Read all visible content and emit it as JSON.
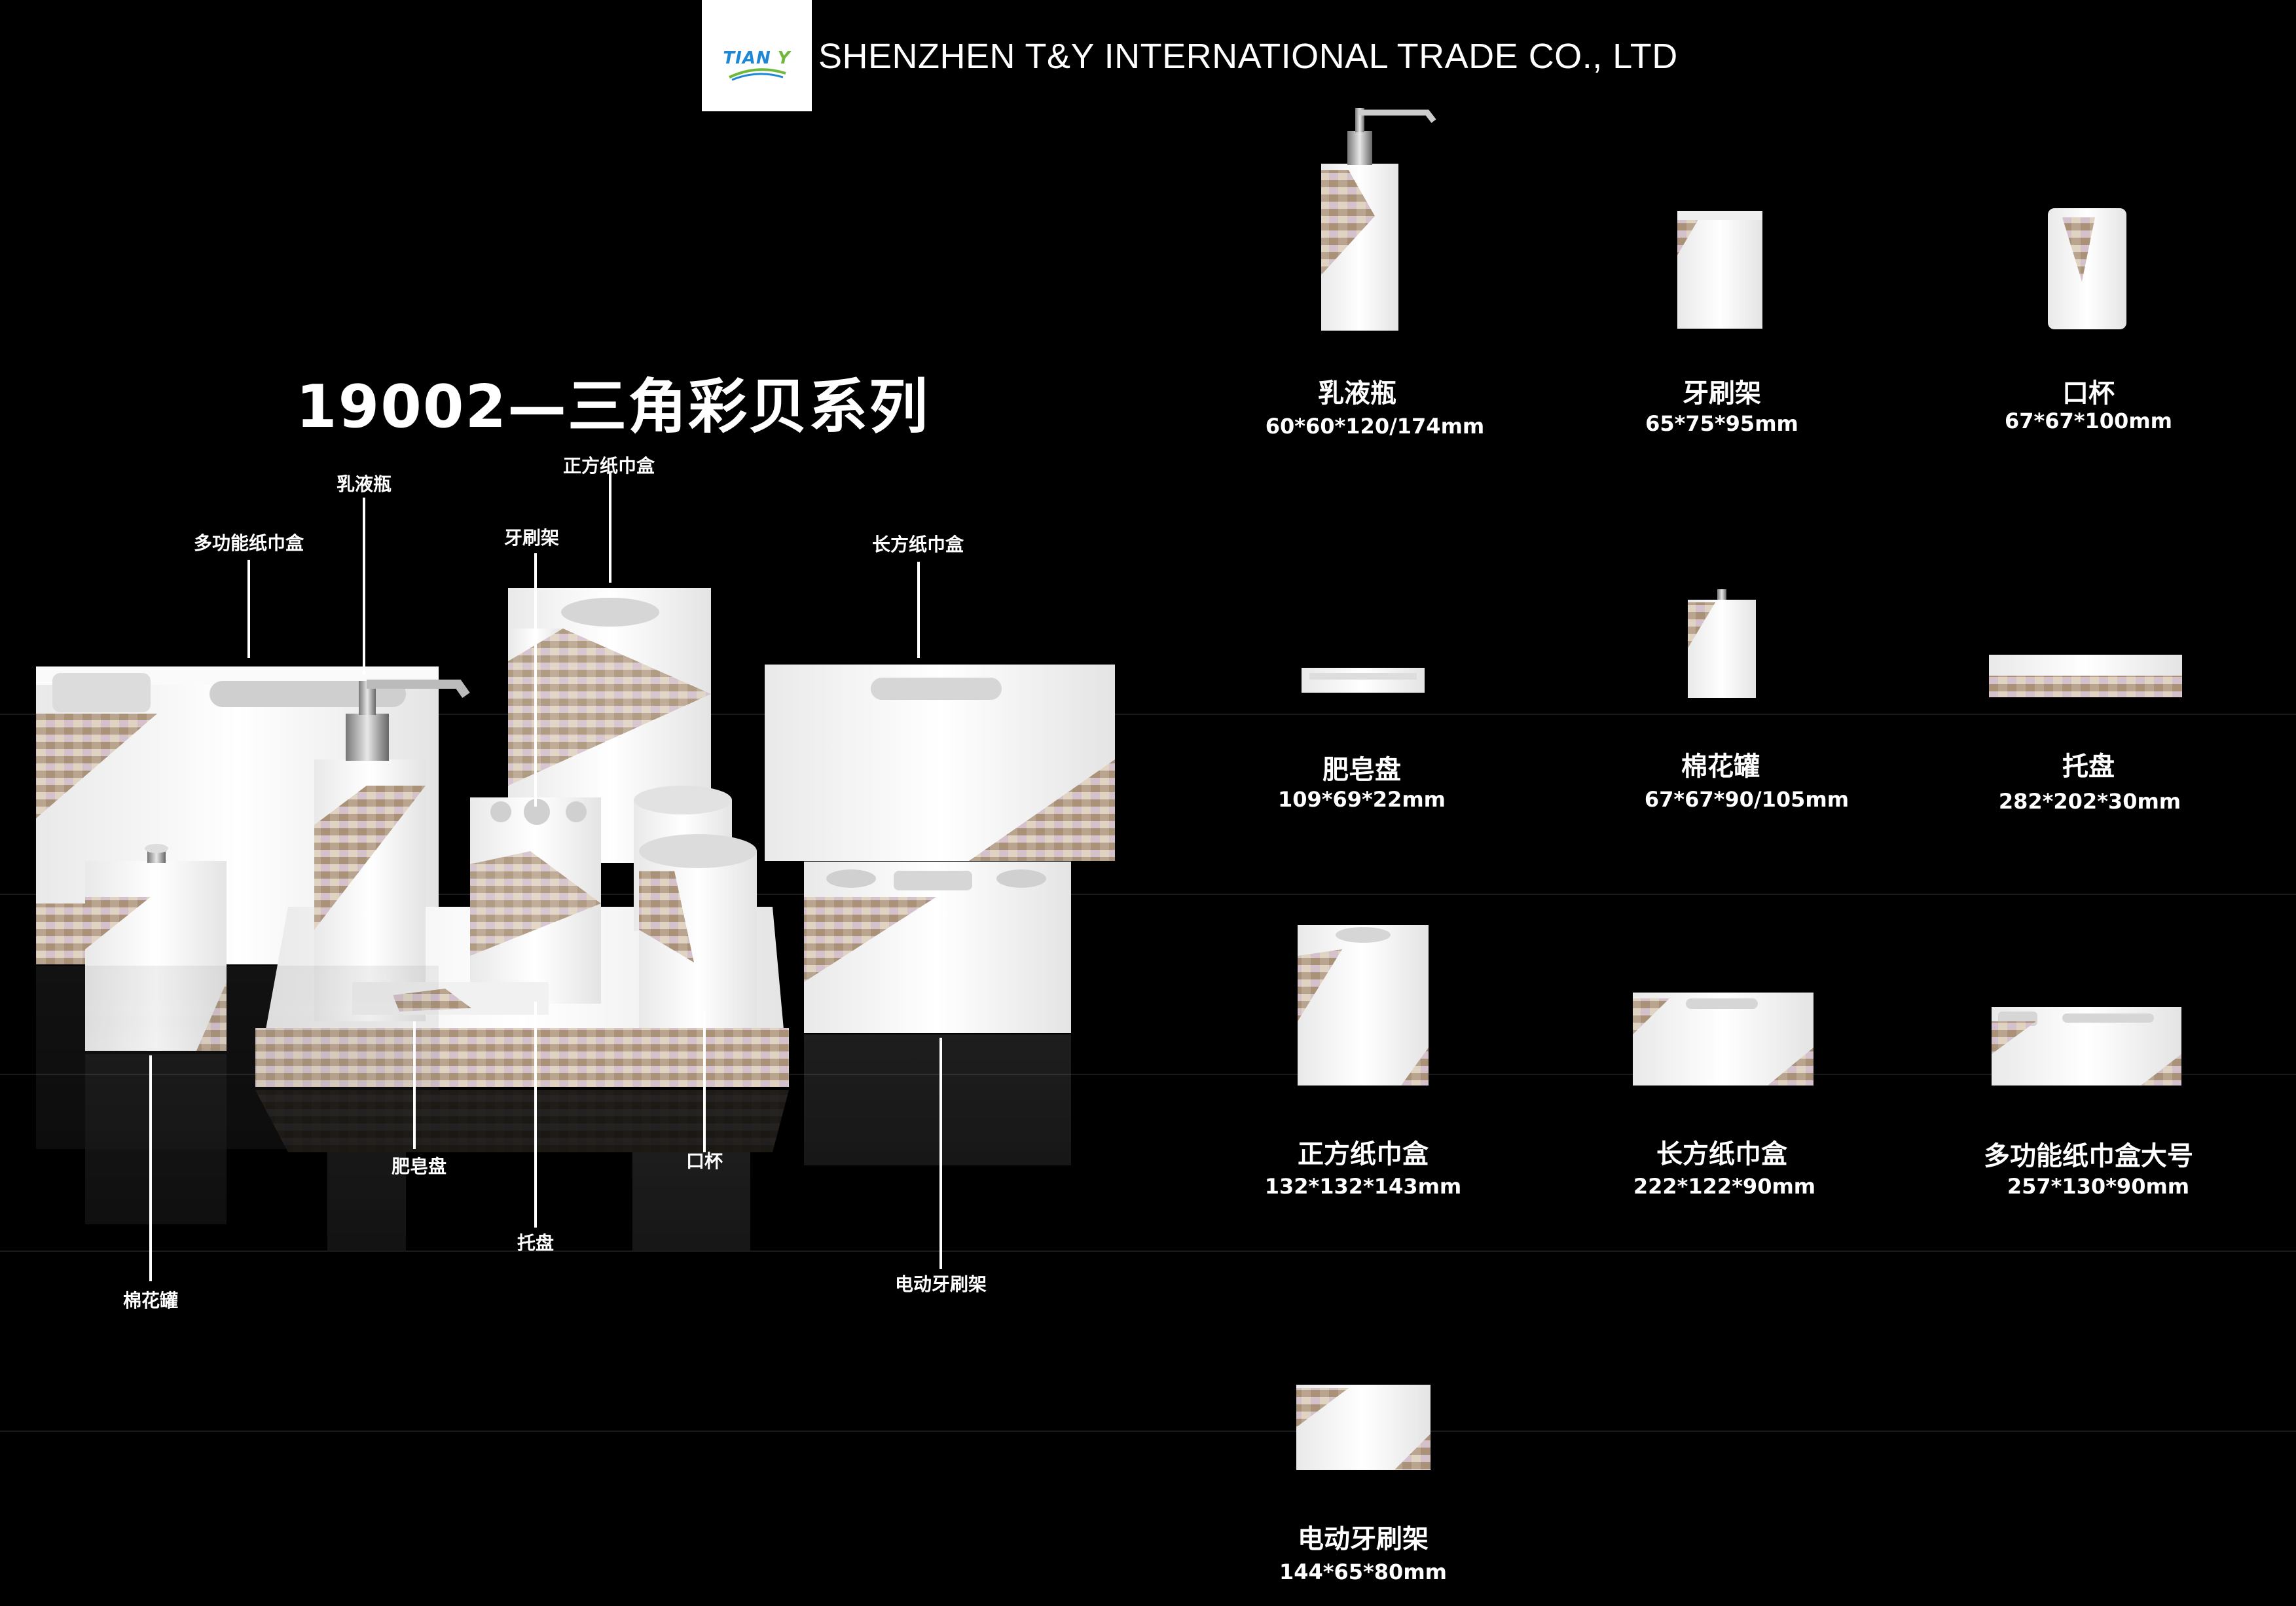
{
  "header": {
    "logo_text_main": "TIAN",
    "logo_text_accent": "Y",
    "company_name": "SHENZHEN T&Y INTERNATIONAL TRADE CO., LTD"
  },
  "series_title": "19002—三角彩贝系列",
  "callouts": {
    "lotion_bottle": "乳液瓶",
    "square_tissue_box": "正方纸巾盒",
    "multi_tissue_box": "多功能纸巾盒",
    "toothbrush_holder": "牙刷架",
    "rect_tissue_box": "长方纸巾盒",
    "soap_dish": "肥皂盘",
    "cup": "口杯",
    "tray": "托盘",
    "cotton_jar": "棉花罐",
    "electric_toothbrush_holder": "电动牙刷架"
  },
  "catalog": [
    {
      "name": "乳液瓶",
      "dims": "60*60*120/174mm"
    },
    {
      "name": "牙刷架",
      "dims": "65*75*95mm"
    },
    {
      "name": "口杯",
      "dims": "67*67*100mm"
    },
    {
      "name": "肥皂盘",
      "dims": "109*69*22mm"
    },
    {
      "name": "棉花罐",
      "dims": "67*67*90/105mm"
    },
    {
      "name": "托盘",
      "dims": "282*202*30mm"
    },
    {
      "name": "正方纸巾盒",
      "dims": "132*132*143mm"
    },
    {
      "name": "长方纸巾盒",
      "dims": "222*122*90mm"
    },
    {
      "name": "多功能纸巾盒大号",
      "dims": "257*130*90mm"
    },
    {
      "name": "电动牙刷架",
      "dims": "144*65*80mm"
    }
  ],
  "colors": {
    "background": "#000000",
    "product_white": "#f4f4f4",
    "shell_tone": "#c9b29a",
    "logo_blue": "#1e88d6",
    "logo_green": "#6fb83b"
  }
}
